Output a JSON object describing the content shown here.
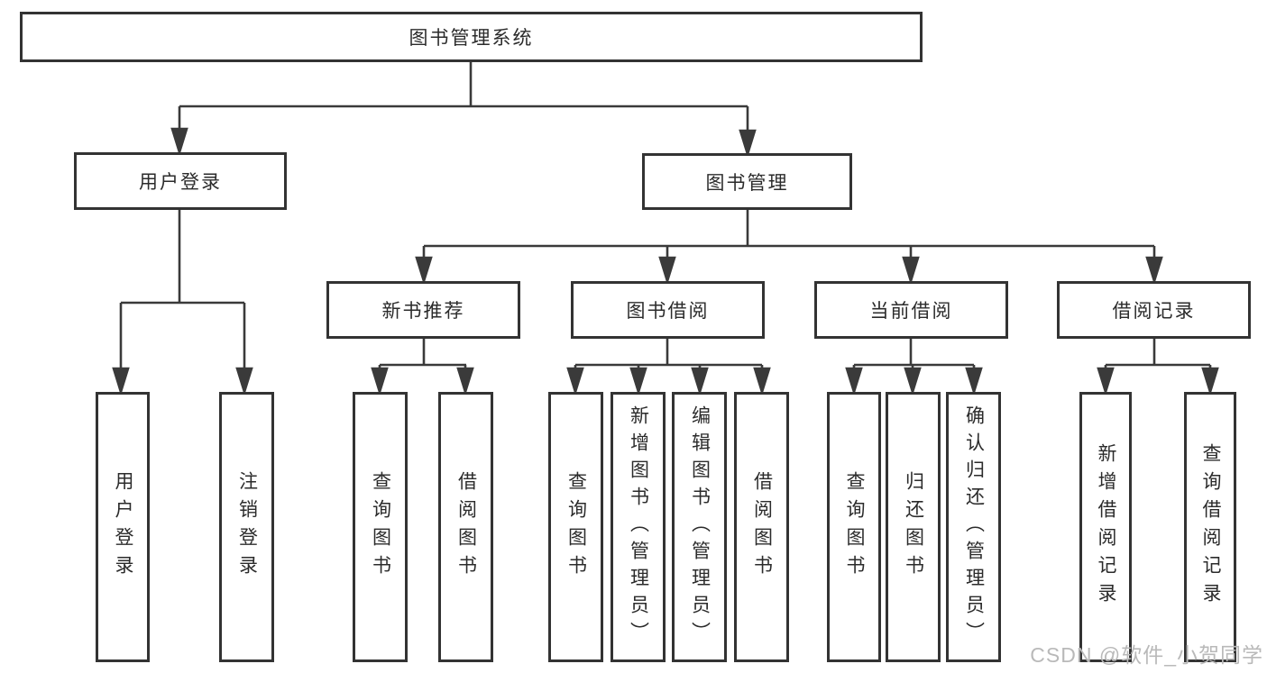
{
  "diagram": {
    "colors": {
      "background": "#ffffff",
      "line": "#3a3a3a",
      "box_border": "#333333",
      "text": "#2b2b2b",
      "watermark_text_color": "#b9b9b9"
    },
    "watermark": "CSDN @软件_小贺同学",
    "tree": {
      "label": "图书管理系统",
      "children": [
        {
          "label": "用户登录",
          "children": [
            {
              "label": "用户登录"
            },
            {
              "label": "注销登录"
            }
          ]
        },
        {
          "label": "图书管理",
          "children": [
            {
              "label": "新书推荐",
              "children": [
                {
                  "label": "查询图书"
                },
                {
                  "label": "借阅图书"
                }
              ]
            },
            {
              "label": "图书借阅",
              "children": [
                {
                  "label": "查询图书"
                },
                {
                  "label": "新增图书（管理员）"
                },
                {
                  "label": "编辑图书（管理员）"
                },
                {
                  "label": "借阅图书"
                }
              ]
            },
            {
              "label": "当前借阅",
              "children": [
                {
                  "label": "查询图书"
                },
                {
                  "label": "归还图书"
                },
                {
                  "label": "确认归还（管理员）"
                }
              ]
            },
            {
              "label": "借阅记录",
              "children": [
                {
                  "label": "新增借阅记录"
                },
                {
                  "label": "查询借阅记录"
                }
              ]
            }
          ]
        }
      ]
    }
  }
}
